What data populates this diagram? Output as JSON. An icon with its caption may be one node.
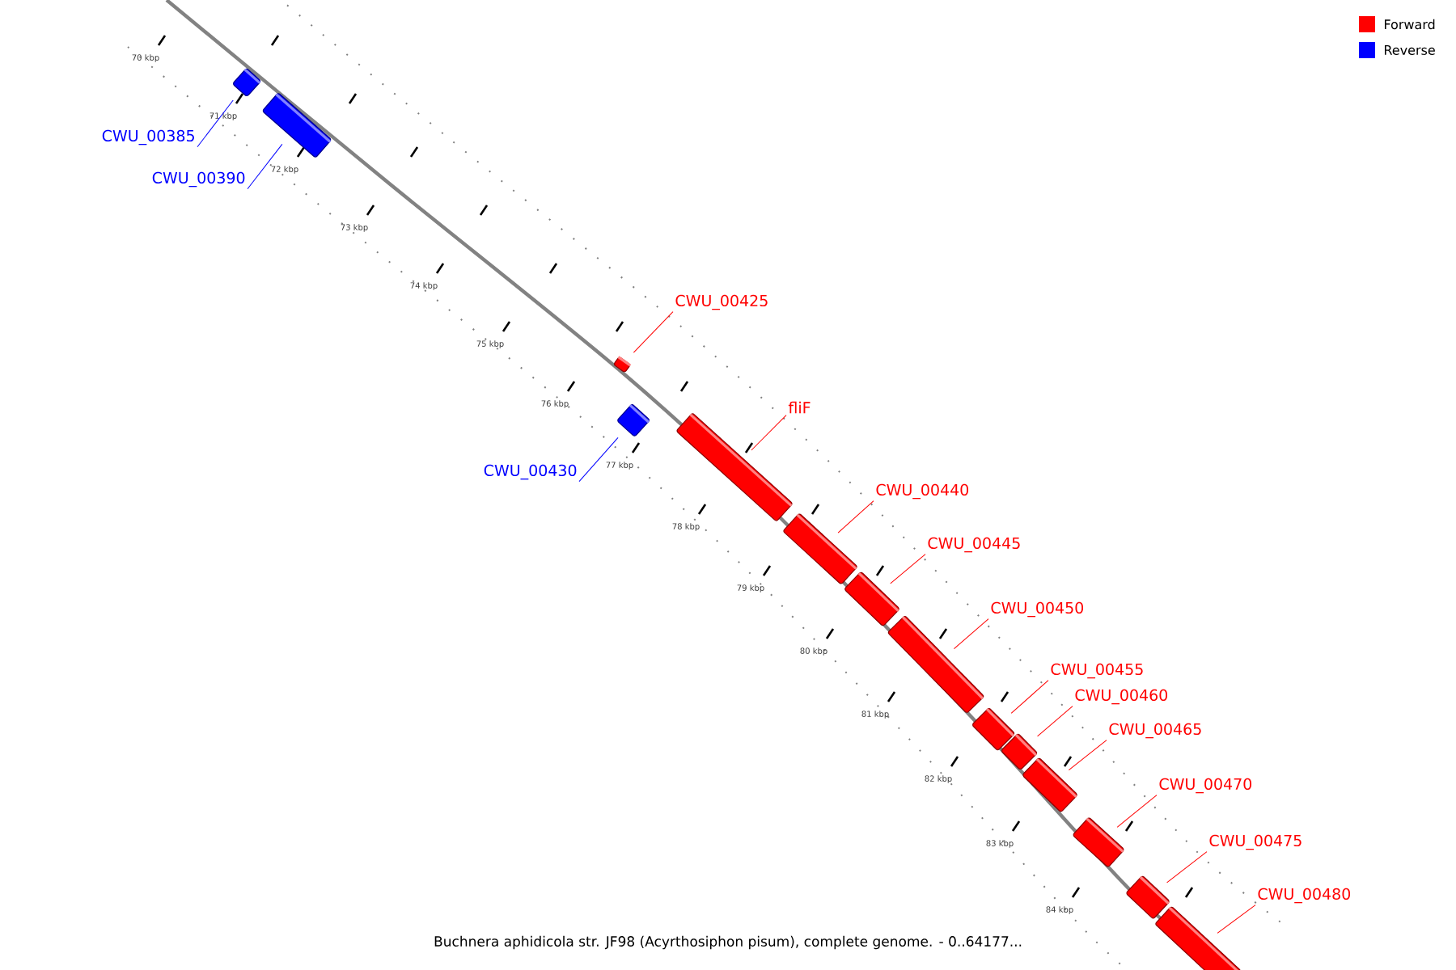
{
  "diagram": {
    "caption": "Buchnera aphidicola str. JF98 (Acyrthosiphon pisum), complete genome. - 0..64177...",
    "nodes": [
      {
        "text": [
          "CWU_00385"
        ]
      },
      {
        "text": [],
        "shape": "bar"
      },
      {
        "text": [
          "CWU_00390"
        ]
      },
      {
        "text": [],
        "shape": "bar"
      },
      {
        "text": [
          "CWU_00425"
        ]
      },
      {
        "text": [],
        "shape": "bar"
      },
      {
        "text": [
          "fliF"
        ]
      },
      {
        "text": [],
        "shape": "bar"
      },
      {
        "text": [
          "CWU_00430"
        ]
      },
      {
        "text": [],
        "shape": "bar"
      },
      {
        "text": [
          "CWU_00440"
        ]
      },
      {
        "text": [],
        "shape": "bar"
      },
      {
        "text": [
          "CWU_00445"
        ]
      },
      {
        "text": [],
        "shape": "bar"
      },
      {
        "text": [
          "CWU_00450"
        ]
      },
      {
        "text": [],
        "shape": "bar"
      },
      {
        "text": [
          "CWU_00455"
        ]
      },
      {
        "text": [],
        "shape": "bar"
      },
      {
        "text": [
          "CWU_00460"
        ]
      },
      {
        "text": [],
        "shape": "bar"
      },
      {
        "text": [
          "CWU_00465"
        ]
      },
      {
        "text": [],
        "shape": "bar"
      },
      {
        "text": [
          "CWU_00470"
        ]
      },
      {
        "text": [],
        "shape": "bar"
      },
      {
        "text": [
          "CWU_00475"
        ]
      },
      {
        "text": [],
        "shape": "bar"
      },
      {
        "text": [
          "CWU_00480"
        ]
      },
      {
        "text": [],
        "shape": "bar"
      }
    ],
    "edges": [
      {
        "from": 0,
        "to": 1,
        "arrow": "none",
        "color": "#0000ff"
      },
      {
        "from": 2,
        "to": 3,
        "arrow": "none",
        "color": "#0000ff"
      },
      {
        "from": 4,
        "to": 5,
        "arrow": "none"
      },
      {
        "from": 6,
        "to": 7,
        "arrow": "none"
      },
      {
        "from": 8,
        "to": 9,
        "arrow": "none",
        "color": "#0000ff"
      },
      {
        "from": 10,
        "to": 11,
        "arrow": "none"
      },
      {
        "from": 12,
        "to": 13,
        "arrow": "none"
      },
      {
        "from": 14,
        "to": 15,
        "arrow": "none"
      },
      {
        "from": 16,
        "to": 17,
        "arrow": "none"
      },
      {
        "from": 18,
        "to": 19,
        "arrow": "none"
      },
      {
        "from": 20,
        "to": 21,
        "arrow": "none"
      },
      {
        "from": 22,
        "to": 23,
        "arrow": "none"
      },
      {
        "from": 24,
        "to": 25,
        "arrow": "none"
      },
      {
        "from": 26,
        "to": 27,
        "arrow": "none"
      }
    ],
    "labels": [
      "70 kbp",
      "71 kbp",
      "72 kbp",
      "73 kbp",
      "74 kbp",
      "75 kbp",
      "76 kbp",
      "77 kbp",
      "78 kbp",
      "79 kbp",
      "80 kbp",
      "81 kbp",
      "82 kbp",
      "83 kbp",
      "84 kbp"
    ],
    "legend": [
      {
        "text": "Forward",
        "color": "#ff0000"
      },
      {
        "text": "Reverse",
        "color": "#0000ff"
      }
    ]
  }
}
